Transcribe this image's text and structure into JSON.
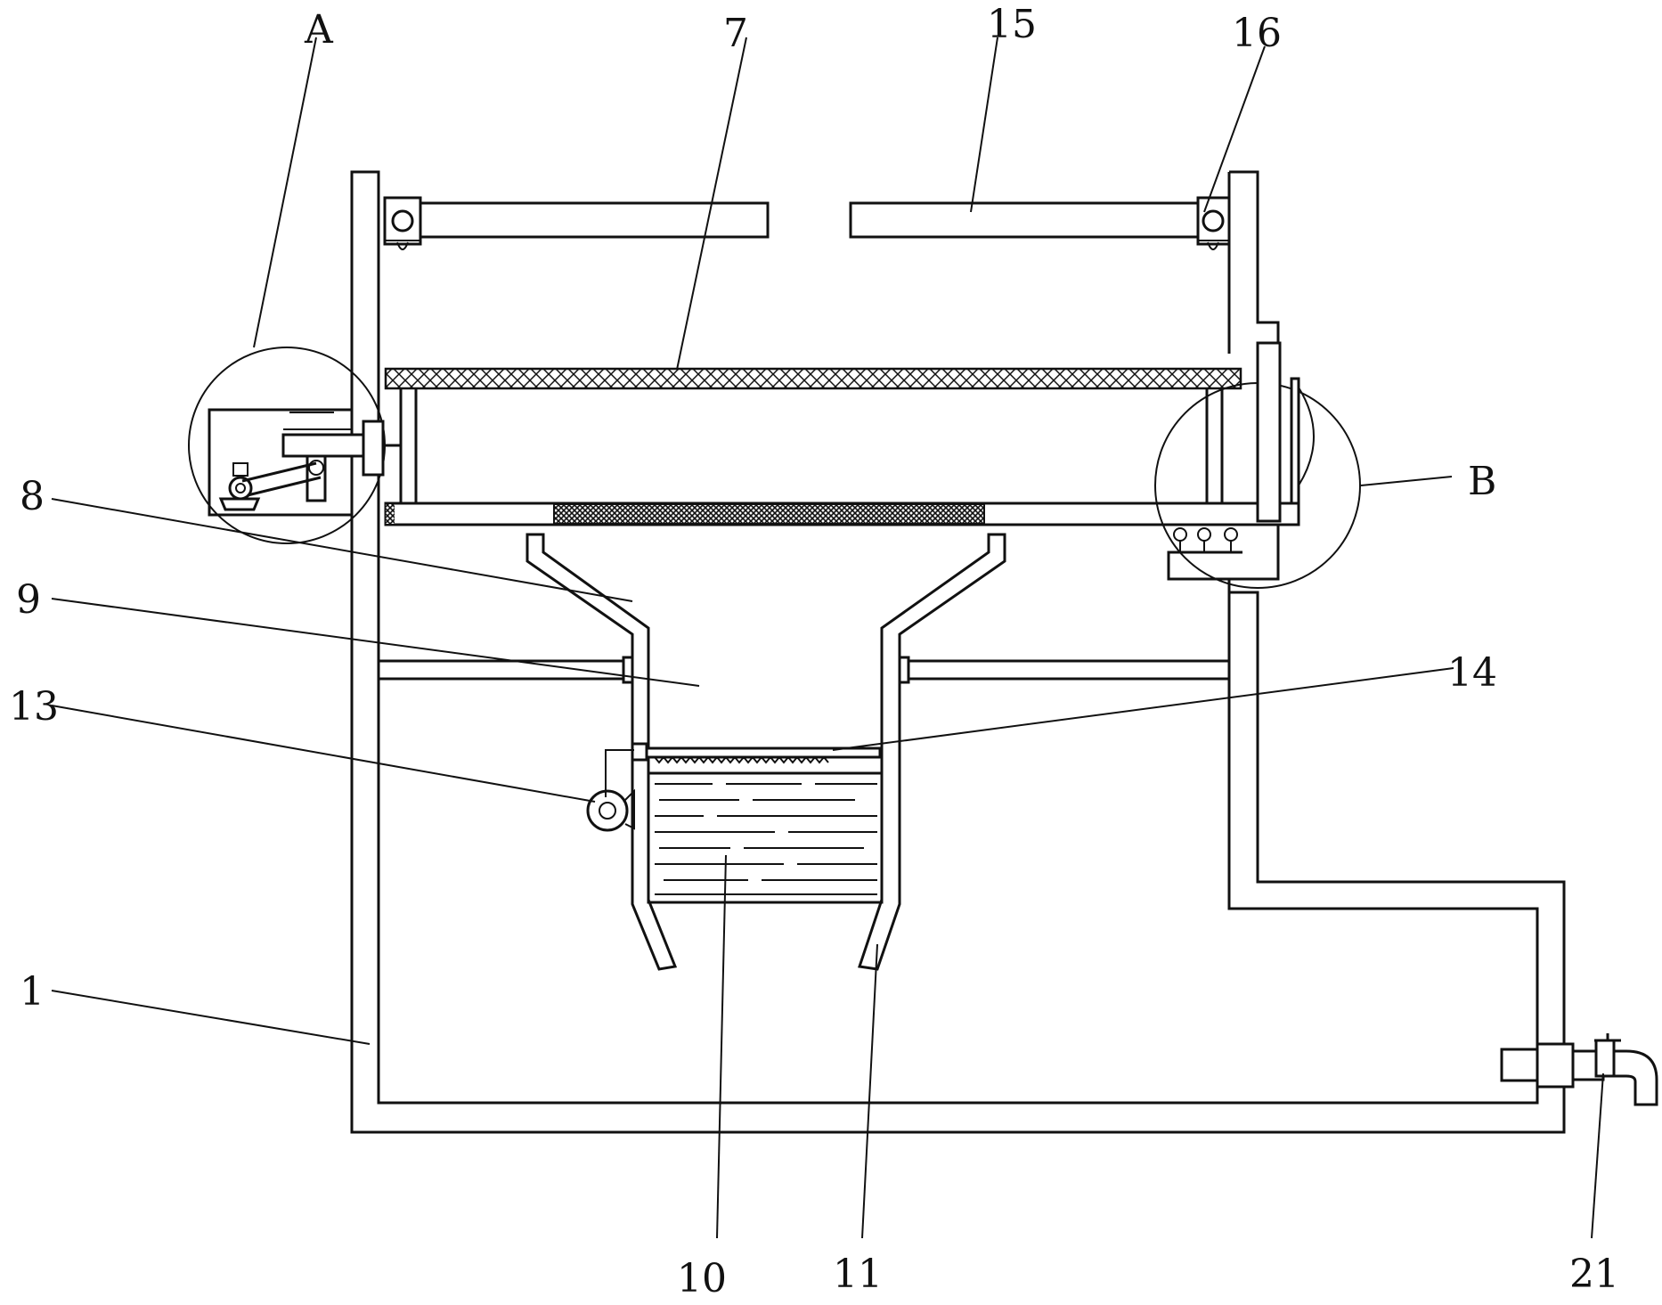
{
  "labels": {
    "A": "A",
    "B": "B",
    "n1": "1",
    "n7": "7",
    "n8": "8",
    "n9": "9",
    "n10": "10",
    "n11": "11",
    "n13": "13",
    "n14": "14",
    "n15": "15",
    "n16": "16",
    "n21": "21"
  },
  "colors": {
    "line": "#111111",
    "background": "#ffffff"
  }
}
